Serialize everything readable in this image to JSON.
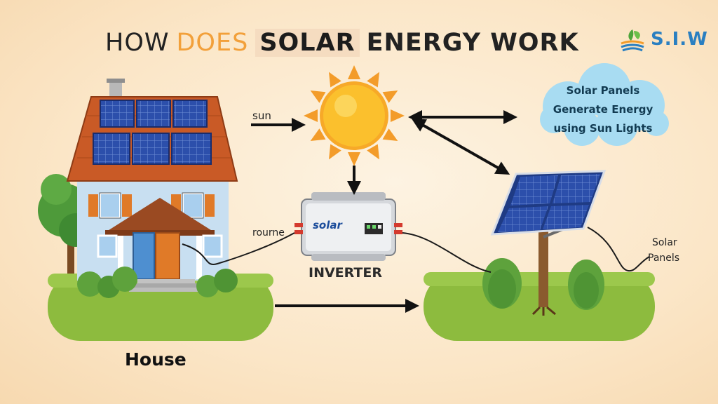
{
  "title": {
    "part1": "HOW",
    "part2": "DOES",
    "part3": "SOLAR",
    "part4": "ENERGY WORK"
  },
  "logo": {
    "text": "S.I.W"
  },
  "labels": {
    "sun": "sun",
    "rourne": "rourne",
    "inverter": "INVERTER",
    "inverter_brand": "solar",
    "house": "House",
    "solar_panels_1": "Solar",
    "solar_panels_2": "Panels"
  },
  "cloud": {
    "line1": "Solar Panels",
    "line2": "Generate Energy",
    "line3": "using Sun Lights"
  },
  "colors": {
    "sun": "#fbc02d",
    "sun_rays": "#f39c2a",
    "panel": "#2b4fa8",
    "roof": "#c95a26",
    "grass": "#8dbb3e",
    "cloud": "#a8dcf2",
    "title_accent": "#f2a03a"
  },
  "icons": [
    "chimney-icon",
    "sun-icon",
    "tree-icon",
    "bush-icon",
    "inverter-icon",
    "leaf-logo-icon"
  ]
}
